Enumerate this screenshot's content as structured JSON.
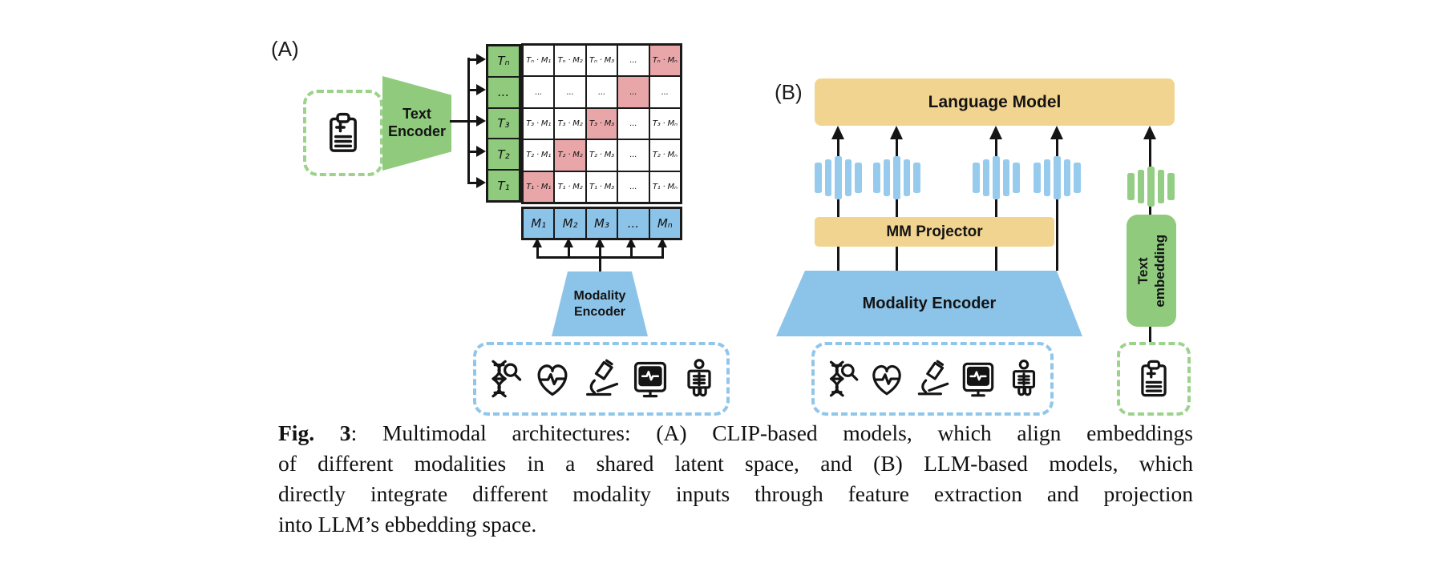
{
  "figure": {
    "panelA": {
      "label": "(A)",
      "input_icon": "medical-report-clipboard-icon",
      "text_encoder": {
        "line1": "Text",
        "line2": "Encoder"
      },
      "matrix": {
        "rows": [
          {
            "header": "Tₙ",
            "cells": [
              "Tₙ · M₁",
              "Tₙ · M₂",
              "Tₙ · M₃",
              "...",
              "Tₙ · Mₙ"
            ],
            "highlight_col": 4
          },
          {
            "header": "...",
            "cells": [
              "...",
              "...",
              "...",
              "...",
              "..."
            ],
            "highlight_col": 3
          },
          {
            "header": "T₃",
            "cells": [
              "T₃ · M₁",
              "T₃ · M₂",
              "T₃ · M₃",
              "...",
              "T₃ · Mₙ"
            ],
            "highlight_col": 2
          },
          {
            "header": "T₂",
            "cells": [
              "T₂ · M₁",
              "T₂ · M₂",
              "T₂ · M₃",
              "...",
              "T₂ · Mₙ"
            ],
            "highlight_col": 1
          },
          {
            "header": "T₁",
            "cells": [
              "T₁ · M₁",
              "T₁ · M₂",
              "T₁ · M₃",
              "...",
              "T₁ · Mₙ"
            ],
            "highlight_col": 0
          }
        ],
        "modality_row": [
          "M₁",
          "M₂",
          "M₃",
          "...",
          "Mₙ"
        ]
      },
      "modality_encoder": {
        "line1": "Modality",
        "line2": "Encoder"
      },
      "modality_icons": [
        "dna-search-icon",
        "heart-ecg-icon",
        "microscope-icon",
        "monitor-ecg-icon",
        "xray-icon"
      ]
    },
    "panelB": {
      "label": "(B)",
      "language_model_label": "Language Model",
      "mm_projector_label": "MM Projector",
      "modality_encoder_label": "Modality Encoder",
      "text_embedding": {
        "line1": "Text",
        "line2": "embedding"
      },
      "modality_icons": [
        "dna-search-icon",
        "heart-ecg-icon",
        "microscope-icon",
        "monitor-ecg-icon",
        "xray-icon"
      ],
      "input_icon": "medical-report-clipboard-icon"
    },
    "caption": {
      "fig_label": "Fig. 3",
      "line1_rest": ": Multimodal architectures: (A) CLIP-based models, which align embeddings",
      "line2": "of different modalities in a shared latent space, and (B) LLM-based models, which",
      "line3": "directly integrate different modality inputs through feature extraction and projection",
      "line4": "into LLM’s ebbedding space."
    },
    "colors": {
      "green": "#8FCA7D",
      "green_dashed_border": "#9CD38B",
      "blue": "#8CC4E9",
      "blue_token": "#97CBEE",
      "blue_dashed_border": "#90C6EA",
      "pink_highlight": "#E9A6A9",
      "yellow": "#F2D491",
      "ink": "#141414"
    }
  }
}
